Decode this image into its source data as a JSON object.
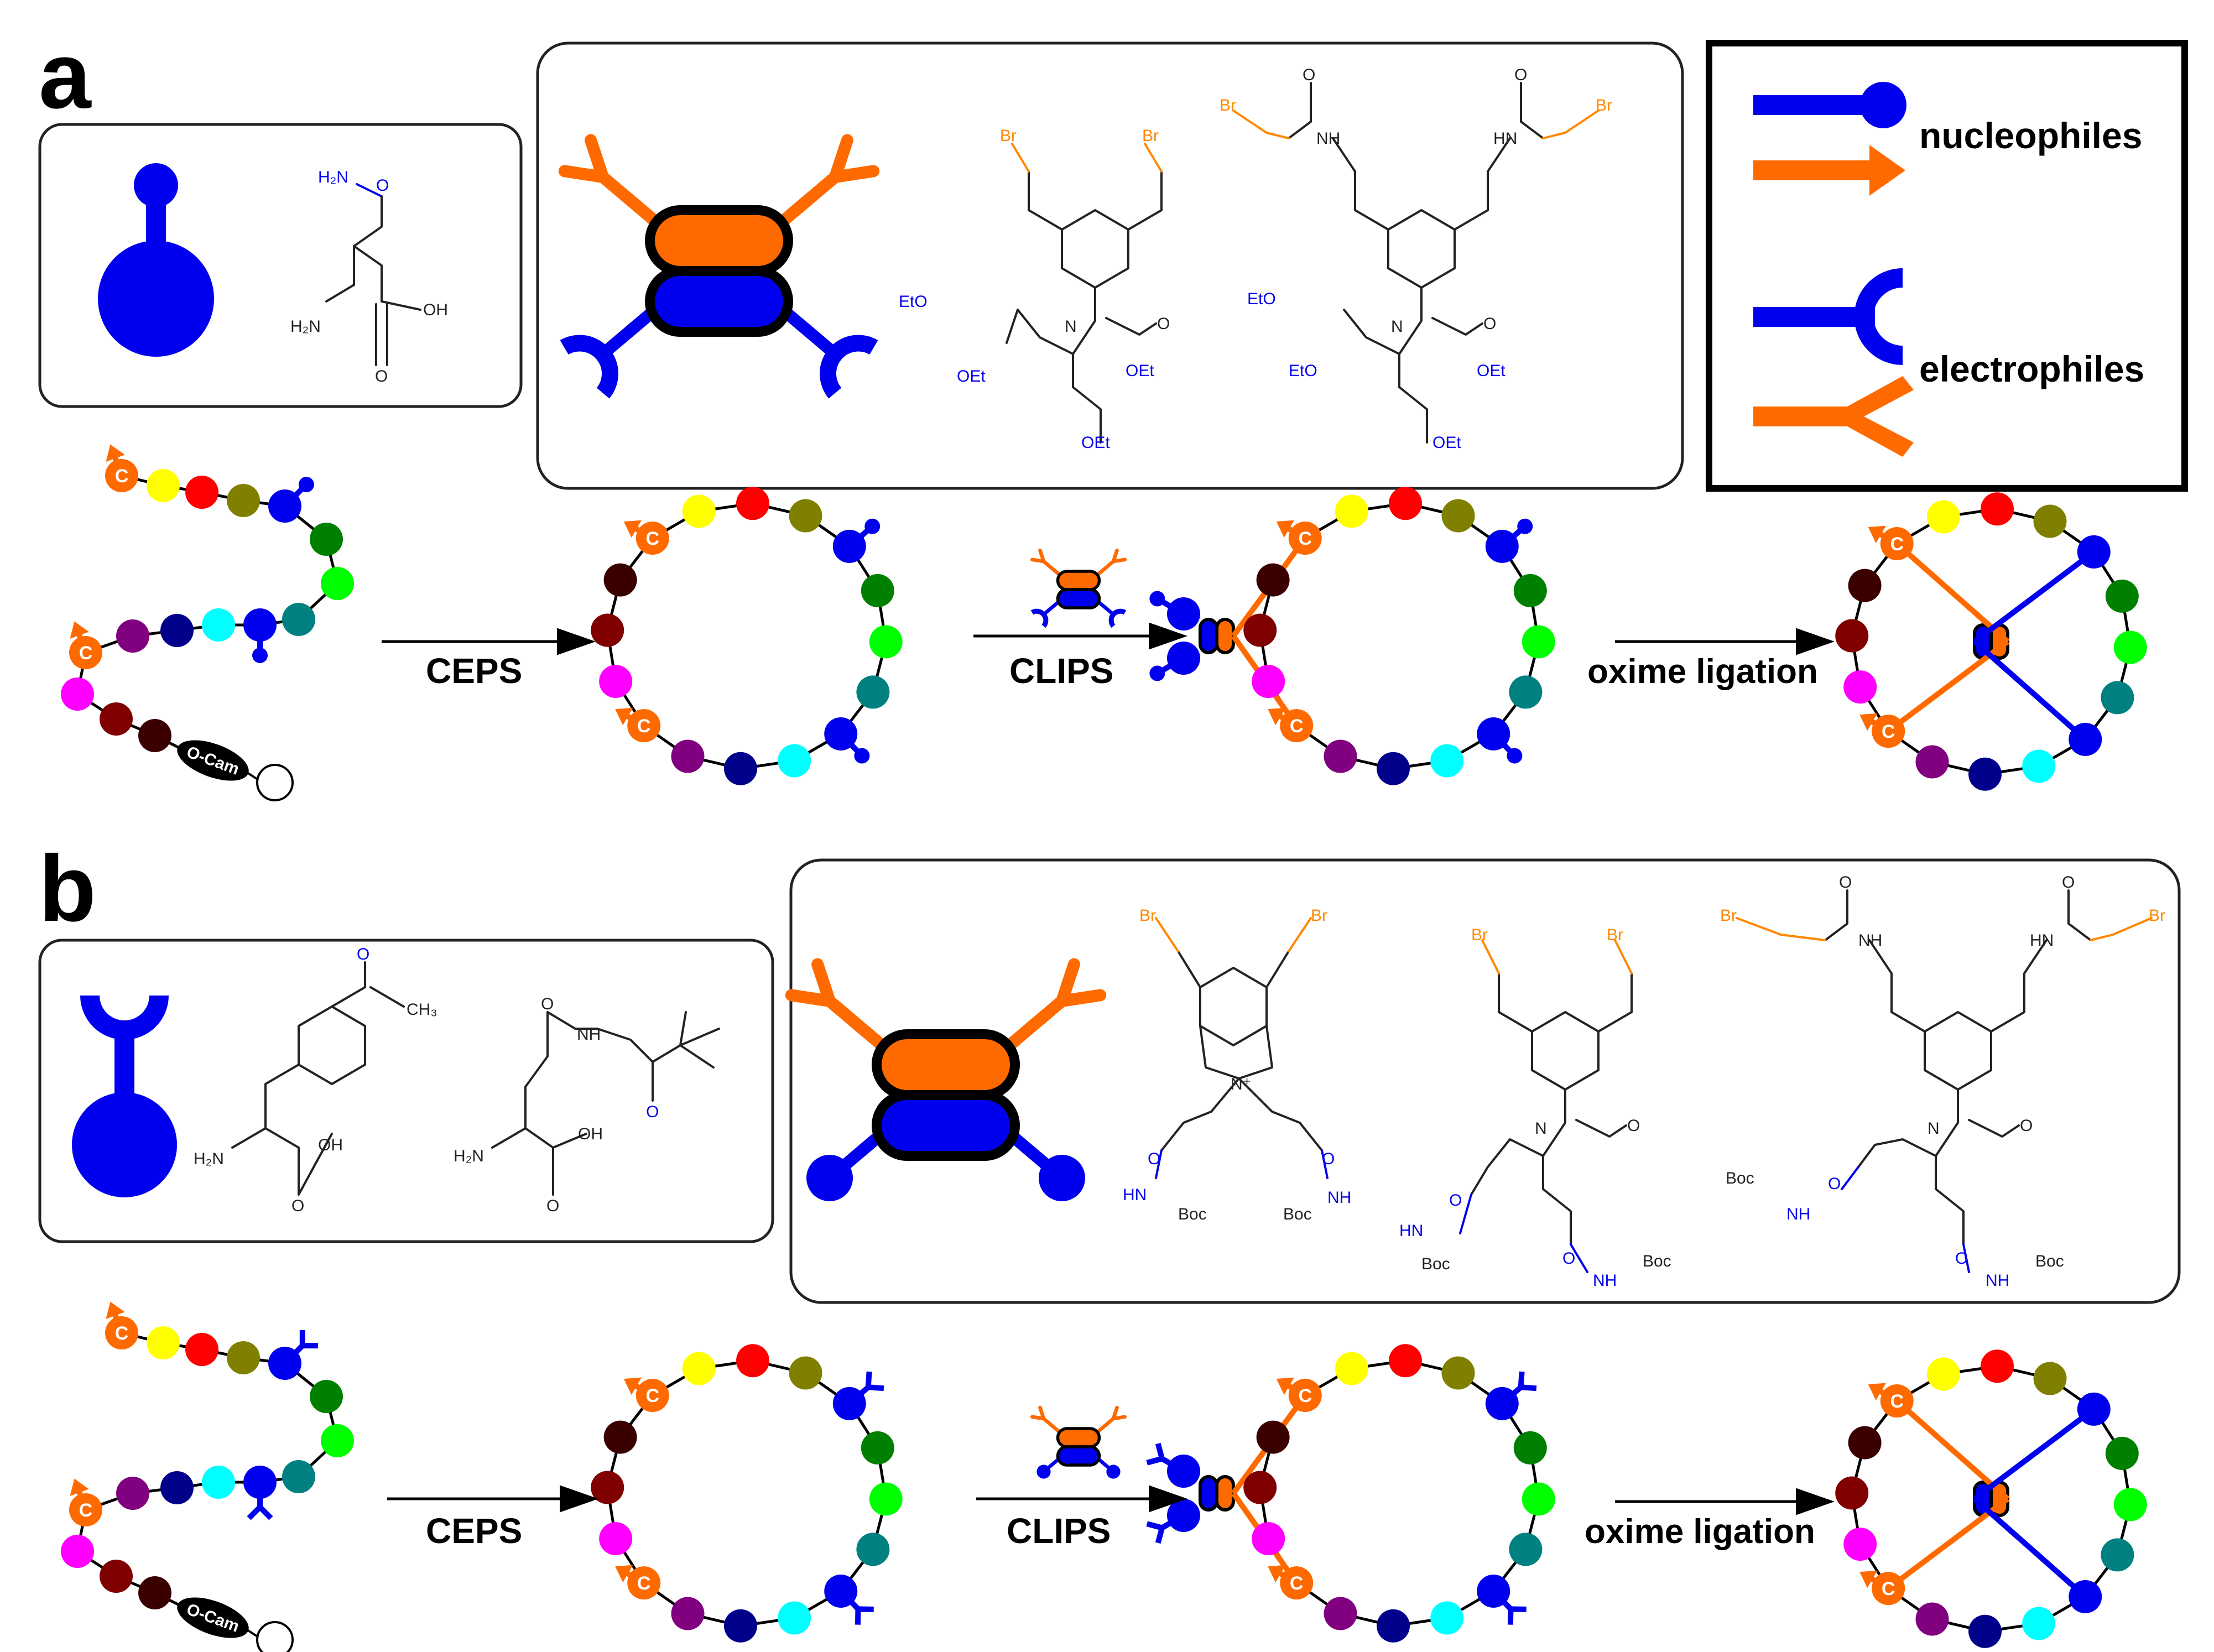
{
  "panels": {
    "a": "a",
    "b": "b"
  },
  "steps": {
    "ceps": "CEPS",
    "clips": "CLIPS",
    "oxime": "oxime ligation"
  },
  "legend": {
    "nucleophiles": "nucleophiles",
    "electrophiles": "electrophiles"
  },
  "resin_label": "O-Cam",
  "cys_label": "C",
  "chem_labels": {
    "h2n": "H₂N",
    "o": "O",
    "oh": "OH",
    "br": "Br",
    "eto": "EtO",
    "oet": "OEt",
    "n": "N",
    "nh": "NH",
    "hn": "HN",
    "boc": "Boc",
    "ch3": "CH₃",
    "nplus": "N⁺"
  },
  "colors": {
    "nucleophile": "#0000ee",
    "electrophile": "#ff6a00",
    "bead_palette": [
      "#ff6a00",
      "#ffff00",
      "#ff0000",
      "#808000",
      "#0000ee",
      "#008000",
      "#00ff00",
      "#008080",
      "#00ffff",
      "#00008b",
      "#800080",
      "#ff00ff",
      "#800000",
      "#3a0000"
    ]
  }
}
